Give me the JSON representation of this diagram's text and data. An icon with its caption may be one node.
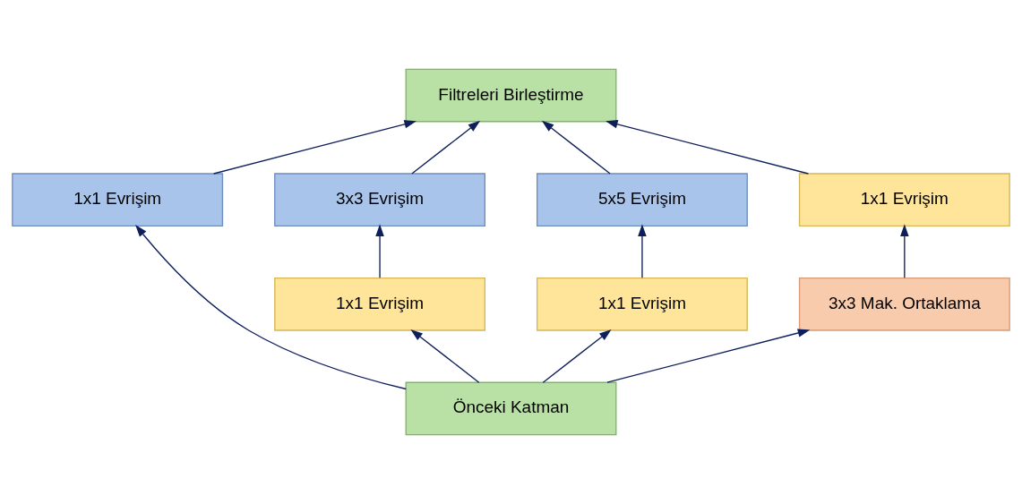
{
  "diagram": {
    "nodes": [
      {
        "text": [
          "Filtreleri Birleştirme"
        ]
      },
      {
        "text": [
          "1x1 Evrişim"
        ]
      },
      {
        "text": [
          "3x3 Evrişim"
        ]
      },
      {
        "text": [
          "5x5 Evrişim"
        ]
      },
      {
        "text": [
          "1x1 Evrişim"
        ]
      },
      {
        "text": [
          "1x1 Evrişim"
        ]
      },
      {
        "text": [
          "1x1 Evrişim"
        ]
      },
      {
        "text": [
          "3x3 Mak. Ortaklama"
        ]
      },
      {
        "text": [
          "Önceki Katman"
        ]
      }
    ],
    "edges": [
      {
        "from": 1,
        "to": 0,
        "arrow": "to"
      },
      {
        "from": 2,
        "to": 0,
        "arrow": "to"
      },
      {
        "from": 3,
        "to": 0,
        "arrow": "to"
      },
      {
        "from": 4,
        "to": 0,
        "arrow": "to"
      },
      {
        "from": 5,
        "to": 2,
        "arrow": "to"
      },
      {
        "from": 6,
        "to": 3,
        "arrow": "to"
      },
      {
        "from": 7,
        "to": 4,
        "arrow": "to"
      },
      {
        "from": 8,
        "to": 1,
        "arrow": "to"
      },
      {
        "from": 8,
        "to": 5,
        "arrow": "to"
      },
      {
        "from": 8,
        "to": 6,
        "arrow": "to"
      },
      {
        "from": 8,
        "to": 7,
        "arrow": "to"
      }
    ]
  }
}
